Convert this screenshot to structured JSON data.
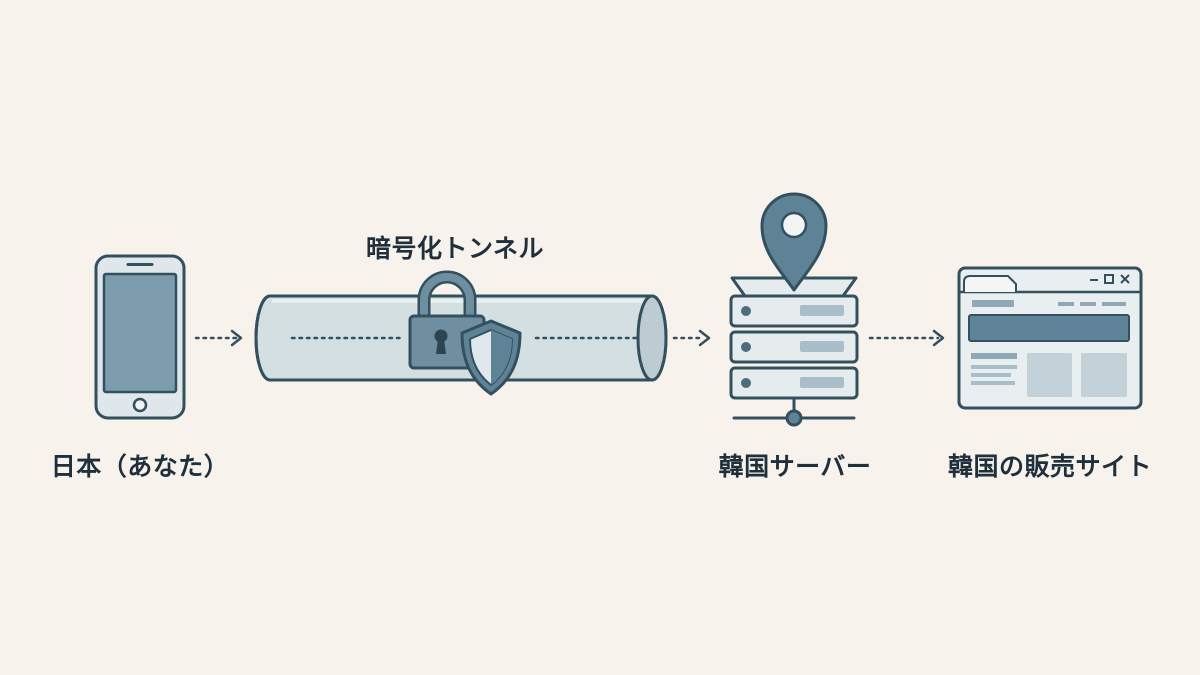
{
  "nodes": {
    "device": {
      "label": "日本（あなた）"
    },
    "tunnel": {
      "label": "暗号化トンネル"
    },
    "server": {
      "label": "韓国サーバー"
    },
    "site": {
      "label": "韓国の販売サイト"
    }
  },
  "colors": {
    "background": "#f7f3ec",
    "stroke": "#33505f",
    "fill_dark": "#5f8396",
    "fill_mid": "#8ea8b5",
    "fill_light": "#c7d5da",
    "fill_pale": "#e4ebec",
    "text": "#1f2f3c"
  },
  "icons": [
    "smartphone-icon",
    "padlock-icon",
    "shield-icon",
    "map-pin-icon",
    "server-icon",
    "browser-window-icon"
  ]
}
